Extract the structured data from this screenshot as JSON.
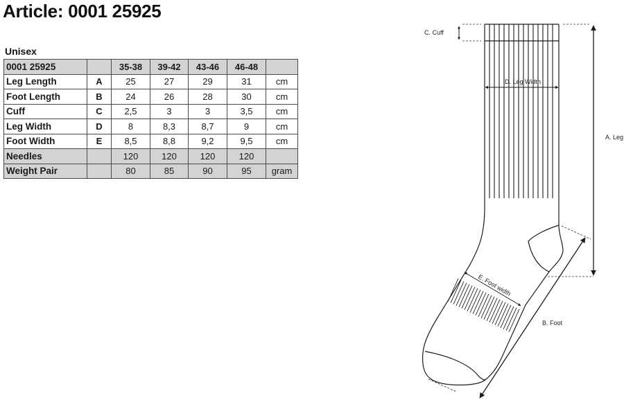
{
  "article": {
    "title": "Article: 0001 25925",
    "gender": "Unisex"
  },
  "table": {
    "header": {
      "article_no": "0001 25925",
      "code": "",
      "sizes": [
        "35-38",
        "39-42",
        "43-46",
        "46-48"
      ],
      "unit": ""
    },
    "rows": [
      {
        "label": "Leg Length",
        "code": "A",
        "values": [
          "25",
          "27",
          "29",
          "31"
        ],
        "unit": "cm",
        "shaded": false
      },
      {
        "label": "Foot Length",
        "code": "B",
        "values": [
          "24",
          "26",
          "28",
          "30"
        ],
        "unit": "cm",
        "shaded": false
      },
      {
        "label": "Cuff",
        "code": "C",
        "values": [
          "2,5",
          "3",
          "3",
          "3,5"
        ],
        "unit": "cm",
        "shaded": false
      },
      {
        "label": "Leg Width",
        "code": "D",
        "values": [
          "8",
          "8,3",
          "8,7",
          "9"
        ],
        "unit": "cm",
        "shaded": false
      },
      {
        "label": "Foot Width",
        "code": "E",
        "values": [
          "8,5",
          "8,8",
          "9,2",
          "9,5"
        ],
        "unit": "cm",
        "shaded": false
      },
      {
        "label": "Needles",
        "code": "",
        "values": [
          "120",
          "120",
          "120",
          "120"
        ],
        "unit": "",
        "shaded": true
      },
      {
        "label": "Weight Pair",
        "code": "",
        "values": [
          "80",
          "85",
          "90",
          "95"
        ],
        "unit": "gram",
        "shaded": true
      }
    ]
  },
  "diagram": {
    "labels": {
      "cuff": "C. Cuff",
      "leg_width": "D. Leg Width",
      "leg": "A. Leg",
      "foot_width": "E. Foot width",
      "foot": "B. Foot"
    }
  },
  "colors": {
    "header_fill": "#d3d3d3",
    "border": "#4a4a4a",
    "line": "#1a1a1a"
  }
}
